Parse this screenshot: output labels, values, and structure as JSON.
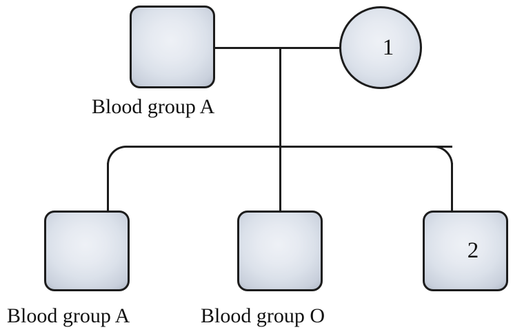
{
  "diagram": {
    "type": "pedigree-chart",
    "title": "",
    "colors": {
      "shape_fill_center": "#eef1f6",
      "shape_fill_edge": "#c9d0dc",
      "shape_stroke": "#1c1c1c",
      "line": "#1c1c1c",
      "text": "#111111",
      "background": "#ffffff"
    }
  },
  "generation1": {
    "father": {
      "shape": "square",
      "symbol_meaning": "male",
      "number": "",
      "label": "Blood group A"
    },
    "mother": {
      "shape": "circle",
      "symbol_meaning": "female",
      "number": "1",
      "label": ""
    }
  },
  "generation2": {
    "children": [
      {
        "shape": "square",
        "symbol_meaning": "male",
        "number": "",
        "label": "Blood group A"
      },
      {
        "shape": "square",
        "symbol_meaning": "male",
        "number": "",
        "label": "Blood group O"
      },
      {
        "shape": "square",
        "symbol_meaning": "male",
        "number": "2",
        "label": ""
      }
    ]
  }
}
